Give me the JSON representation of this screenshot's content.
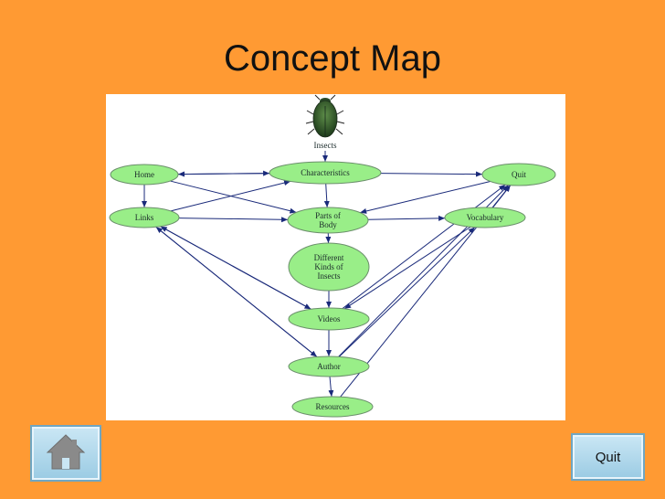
{
  "slide": {
    "title": "Concept Map",
    "quit_label": "Quit",
    "home_icon": "home-icon"
  },
  "diagram": {
    "top_image_icon": "beetle-icon",
    "nodes": [
      {
        "id": "insects",
        "label": "Insects",
        "shape": "text"
      },
      {
        "id": "home",
        "label": "Home"
      },
      {
        "id": "characteristics",
        "label": "Characteristics"
      },
      {
        "id": "quit",
        "label": "Quit"
      },
      {
        "id": "links",
        "label": "Links"
      },
      {
        "id": "parts",
        "label": "Parts of Body"
      },
      {
        "id": "vocabulary",
        "label": "Vocabulary"
      },
      {
        "id": "kinds",
        "label": "Different Kinds of Insects"
      },
      {
        "id": "videos",
        "label": "Videos"
      },
      {
        "id": "author",
        "label": "Author"
      },
      {
        "id": "resources",
        "label": "Resources"
      }
    ],
    "edges": [
      [
        "insects",
        "characteristics"
      ],
      [
        "home",
        "links"
      ],
      [
        "home",
        "characteristics"
      ],
      [
        "characteristics",
        "home"
      ],
      [
        "characteristics",
        "quit"
      ],
      [
        "characteristics",
        "parts"
      ],
      [
        "home",
        "parts"
      ],
      [
        "links",
        "characteristics"
      ],
      [
        "links",
        "parts"
      ],
      [
        "parts",
        "vocabulary"
      ],
      [
        "vocabulary",
        "quit"
      ],
      [
        "quit",
        "parts"
      ],
      [
        "parts",
        "kinds"
      ],
      [
        "kinds",
        "videos"
      ],
      [
        "links",
        "videos"
      ],
      [
        "links",
        "author"
      ],
      [
        "videos",
        "links"
      ],
      [
        "author",
        "links"
      ],
      [
        "videos",
        "author"
      ],
      [
        "author",
        "resources"
      ],
      [
        "videos",
        "quit"
      ],
      [
        "author",
        "quit"
      ],
      [
        "resources",
        "quit"
      ],
      [
        "author",
        "vocabulary"
      ],
      [
        "vocabulary",
        "videos"
      ]
    ]
  }
}
